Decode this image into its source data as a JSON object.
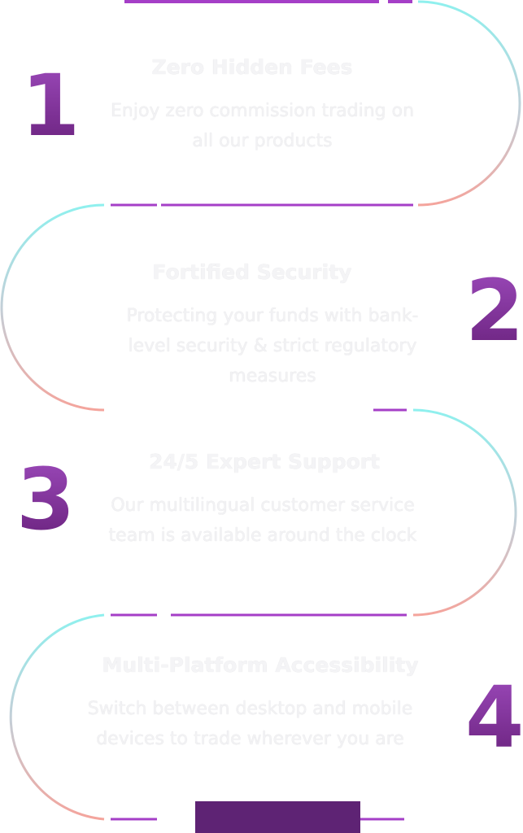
{
  "steps": [
    {
      "number": "1",
      "title": "Zero Hidden Fees",
      "description": "Enjoy zero commission trading on all our products"
    },
    {
      "number": "2",
      "title": "Fortified Security",
      "description": "Protecting your funds with bank-level security & strict regulatory measures"
    },
    {
      "number": "3",
      "title": "24/5 Expert Support",
      "description": "Our multilingual customer service team is available around the clock"
    },
    {
      "number": "4",
      "title": "Multi-Platform Accessibility",
      "description": "Switch between desktop and mobile devices to trade wherever you are"
    }
  ],
  "bottom_button": {
    "label": ""
  },
  "colors": {
    "number_purple": "#7a2e95",
    "line_purple": "#a53fc7",
    "curve_cyan": "#8ff0ee",
    "curve_coral": "#f4a49c",
    "button_purple": "#5e2374",
    "text_white": "#f4f4f6"
  }
}
